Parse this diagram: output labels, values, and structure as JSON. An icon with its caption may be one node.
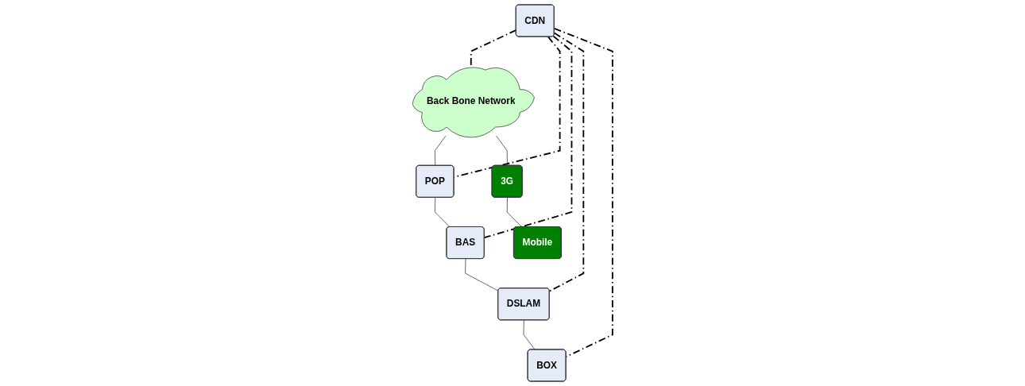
{
  "diagram": {
    "nodes": [
      {
        "text": [
          "CDN"
        ]
      },
      {
        "text": [
          "Back Bone Network"
        ]
      },
      {
        "text": [
          "POP"
        ]
      },
      {
        "text": [
          "BAS"
        ]
      },
      {
        "text": [
          "DSLAM"
        ]
      },
      {
        "text": [
          "BOX"
        ]
      },
      {
        "text": [
          "3G"
        ]
      },
      {
        "text": [
          "Mobile"
        ]
      }
    ],
    "edges": [
      {
        "from": 0,
        "to": 1,
        "arrow": "none",
        "style": "dashed"
      },
      {
        "from": 0,
        "to": 2,
        "arrow": "none",
        "style": "dashed"
      },
      {
        "from": 0,
        "to": 3,
        "arrow": "none",
        "style": "dashed"
      },
      {
        "from": 0,
        "to": 4,
        "arrow": "none",
        "style": "dashed"
      },
      {
        "from": 0,
        "to": 5,
        "arrow": "none",
        "style": "dashed"
      },
      {
        "from": 1,
        "to": 2,
        "arrow": "none"
      },
      {
        "from": 2,
        "to": 3,
        "arrow": "none"
      },
      {
        "from": 3,
        "to": 4,
        "arrow": "none"
      },
      {
        "from": 4,
        "to": 5,
        "arrow": "none"
      },
      {
        "from": 1,
        "to": 6,
        "arrow": "none"
      },
      {
        "from": 6,
        "to": 7,
        "arrow": "none"
      }
    ]
  }
}
